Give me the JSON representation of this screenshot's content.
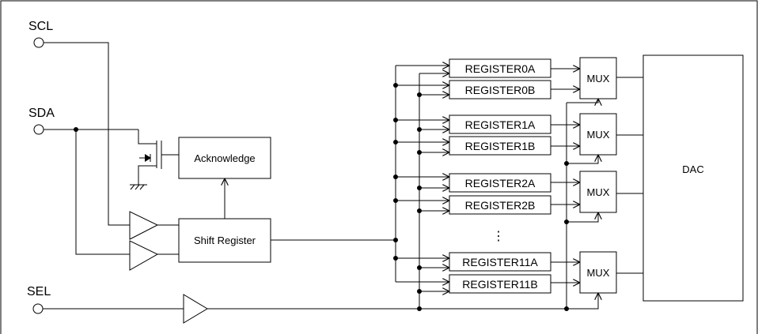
{
  "pins": {
    "scl": "SCL",
    "sda": "SDA",
    "sel": "SEL"
  },
  "blocks": {
    "acknowledge": "Acknowledge",
    "shift_register": "Shift Register",
    "dac": "DAC",
    "mux": "MUX",
    "ellipsis": "⋮"
  },
  "registers": [
    "REGISTER0A",
    "REGISTER0B",
    "REGISTER1A",
    "REGISTER1B",
    "REGISTER2A",
    "REGISTER2B",
    "REGISTER11A",
    "REGISTER11B"
  ]
}
